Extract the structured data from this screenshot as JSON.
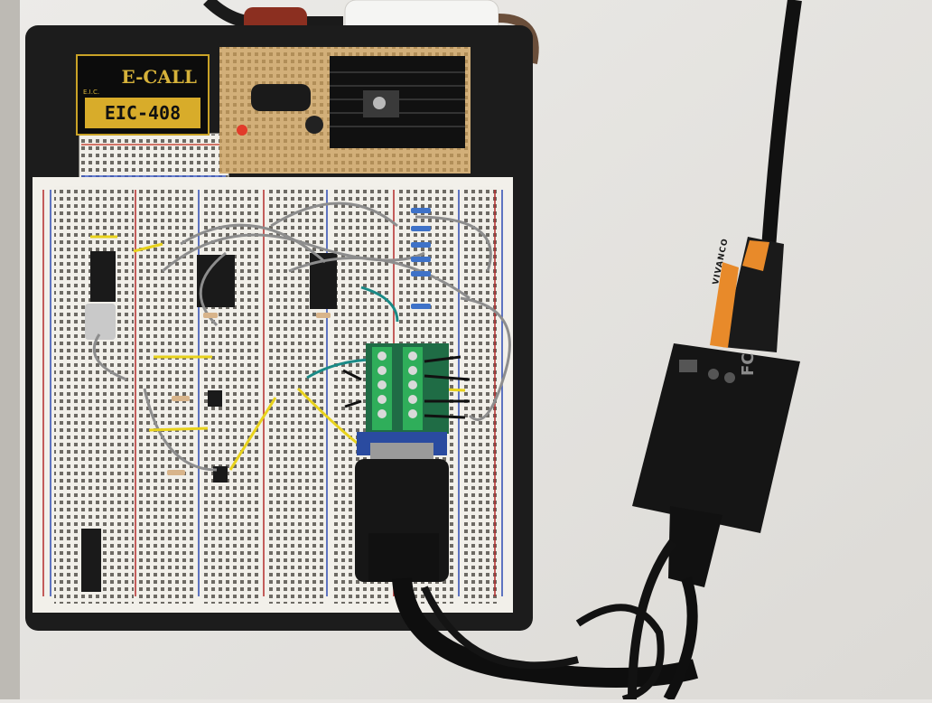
{
  "photo": {
    "board_brand": "E-CALL",
    "board_brand_small": "E.I.C.",
    "board_model": "EIC-408",
    "adapter_brand": "VIVANCO",
    "adapter_mark": "FC"
  }
}
